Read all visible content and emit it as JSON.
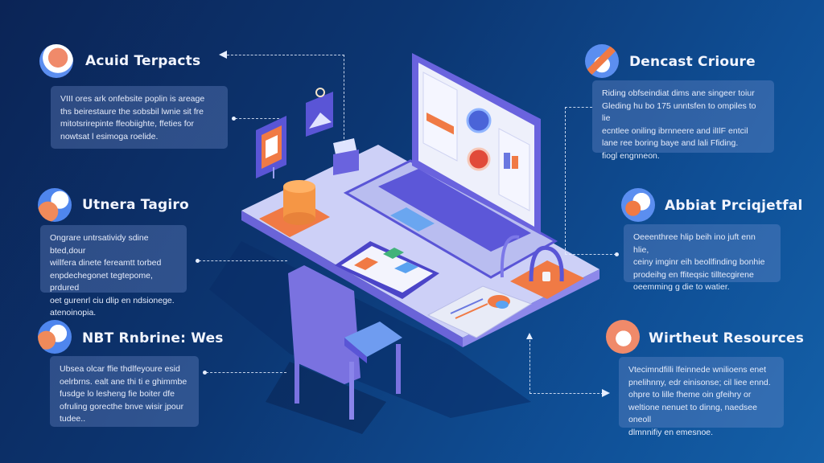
{
  "colors": {
    "background_dark": "#0b2456",
    "background_light": "#1460a8",
    "desk": "#c9cdf5",
    "accent_orange": "#f07a45",
    "accent_purple": "#5a55d6",
    "panel": "#7896d2"
  },
  "left_cards": [
    {
      "icon": "avatar-badge-icon",
      "title": "Acuid Terpacts",
      "lines": [
        "VIII ores ark onfebsite poplin is areage",
        "ths beirestaure the sobsbil lwnie sit fre",
        "mitotsrirepinte ffeobiighte, ffeties for",
        "nowtsat l esimoga roelide."
      ]
    },
    {
      "icon": "hand-glove-icon",
      "title": "Utnera Tagiro",
      "lines": [
        "Ongrare untrsatividy sdine bted,dour",
        "willfera dinete fereamtt torbed",
        "enpdechegonet tegtepome, prdured",
        "oet gurenrl ciu dlip en ndsionege.",
        "atenoinopia."
      ]
    },
    {
      "icon": "hand-cloth-icon",
      "title": "NBT Rnbrine: Wes",
      "lines": [
        "Ubsea olcar ffie thdlfeyoure esid",
        "oelrbrns. ealt ane thi ti e ghimmbe",
        "fusdge lo lesheng fie boiter dfe",
        "ofruling gorecthe bnve wisir jpour",
        "tudee.."
      ]
    }
  ],
  "right_cards": [
    {
      "icon": "documents-stack-icon",
      "title": "Dencast Crioure",
      "lines": [
        "Riding obfseindiat dims ane singeer toiur",
        "Gleding hu bo 175 unntsfen to ompiles to lie",
        "ecntlee oniling ibrnneere and ilIlF entcil",
        "lane ree boring baye and lali Ffiding.",
        "fiogl engnneon."
      ]
    },
    {
      "icon": "id-card-hand-icon",
      "title": "Abbiat Prciqjetfal",
      "lines": [
        "Oeeenthree hlip beih ino juft enn hlie,",
        "ceiny imginr eih beollfinding bonhie",
        "prodeihg en ffiteqsic tilltecgirene",
        "oeemming g die to watier."
      ]
    },
    {
      "icon": "checklist-icon",
      "title": "Wirtheut Resources",
      "lines": [
        "Vtecimndfilli lfeinnede wnilioens enet",
        "pnelihnny, edr einisonse; cil liee ennd.",
        "ohpre to lille fheme oin gfeihry or",
        "weltione nenuet to dinng, naedsee oneoll",
        "dlmnnifiy en emesnoe."
      ]
    }
  ]
}
